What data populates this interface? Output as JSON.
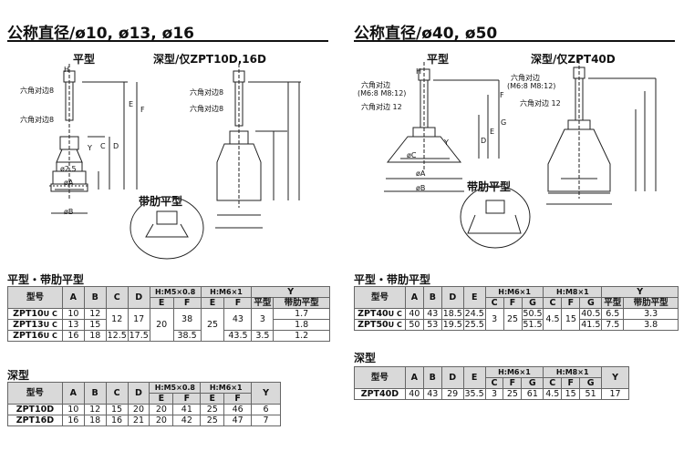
{
  "left": {
    "heading": "公称直径/ø10, ø13, ø16",
    "flat_title": "平型",
    "deep_title": "深型/仅ZPT10D,16D",
    "ribbed_title": "带肋平型",
    "draw_labels": {
      "H": "H",
      "hex1": "六角对边8",
      "hex2": "六角对边8",
      "hex3": "六角对边8",
      "hex4": "六角对边8",
      "E": "E",
      "F": "F",
      "D": "D",
      "C": "C",
      "Y": "Y",
      "d25": "ø2.5",
      "dA": "øA",
      "dB": "øB"
    },
    "table1": {
      "title": "平型・带肋平型",
      "h_model": "型号",
      "h_A": "A",
      "h_B": "B",
      "h_C": "C",
      "h_D": "D",
      "h_m1": "H:M5×0.8",
      "h_m2": "H:M6×1",
      "h_E1": "E",
      "h_F1": "F",
      "h_E2": "E",
      "h_F2": "F",
      "h_Y": "Y",
      "h_Yf": "平型",
      "h_Yr": "带肋平型",
      "rows": [
        {
          "model": "ZPT10",
          "suffix": "U C",
          "A": "10",
          "B": "12",
          "Yr": "1.7"
        },
        {
          "model": "ZPT13",
          "suffix": "U C",
          "A": "13",
          "B": "15",
          "Yr": "1.8"
        },
        {
          "model": "ZPT16",
          "suffix": "U C",
          "A": "16",
          "B": "18",
          "C": "12.5",
          "D": "17.5",
          "F1": "38.5",
          "F2": "43.5",
          "Yf": "3.5",
          "Yr": "1.2"
        }
      ],
      "C_12": "12",
      "D_12": "17",
      "E1_all": "20",
      "F1_12": "38",
      "E2_all": "25",
      "F2_12": "43",
      "Yf_12": "3"
    },
    "table2": {
      "title": "深型",
      "h_model": "型号",
      "h_A": "A",
      "h_B": "B",
      "h_C": "C",
      "h_D": "D",
      "h_m1": "H:M5×0.8",
      "h_m2": "H:M6×1",
      "h_E1": "E",
      "h_F1": "F",
      "h_E2": "E",
      "h_F2": "F",
      "h_Y": "Y",
      "rows": [
        {
          "model": "ZPT10D",
          "A": "10",
          "B": "12",
          "C": "15",
          "D": "20",
          "E1": "20",
          "F1": "41",
          "E2": "25",
          "F2": "46",
          "Y": "6"
        },
        {
          "model": "ZPT16D",
          "A": "16",
          "B": "18",
          "C": "16",
          "D": "21",
          "E1": "20",
          "F1": "42",
          "E2": "25",
          "F2": "47",
          "Y": "7"
        }
      ]
    }
  },
  "right": {
    "heading": "公称直径/ø40, ø50",
    "flat_title": "平型",
    "deep_title": "深型/仅ZPT40D",
    "ribbed_title": "带肋平型",
    "draw_labels": {
      "H": "H",
      "hex1": "六角对边",
      "hex1b": "(M6:8 M8:12)",
      "hex2": "六角对边 12",
      "hex3": "六角对边",
      "hex3b": "(M6:8 M8:12)",
      "hex4": "六角对边 12",
      "F": "F",
      "G": "G",
      "E": "E",
      "D": "D",
      "Y": "Y",
      "dC": "øC",
      "dA": "øA",
      "dB": "øB"
    },
    "table1": {
      "title": "平型・带肋平型",
      "h_model": "型号",
      "h_A": "A",
      "h_B": "B",
      "h_D": "D",
      "h_E": "E",
      "h_m1": "H:M6×1",
      "h_m2": "H:M8×1",
      "h_C1": "C",
      "h_F1": "F",
      "h_G1": "G",
      "h_C2": "C",
      "h_F2": "F",
      "h_G2": "G",
      "h_Y": "Y",
      "h_Yf": "平型",
      "h_Yr": "带肋平型",
      "rows": [
        {
          "model": "ZPT40",
          "suffix": "U C",
          "A": "40",
          "B": "43",
          "D": "18.5",
          "E": "24.5",
          "G1": "50.5",
          "G2": "40.5",
          "Yf": "6.5",
          "Yr": "3.3"
        },
        {
          "model": "ZPT50",
          "suffix": "U C",
          "A": "50",
          "B": "53",
          "D": "19.5",
          "E": "25.5",
          "G1": "51.5",
          "G2": "41.5",
          "Yf": "7.5",
          "Yr": "3.8"
        }
      ],
      "C1_all": "3",
      "F1_all": "25",
      "C2_all": "4.5",
      "F2_all": "15"
    },
    "table2": {
      "title": "深型",
      "h_model": "型号",
      "h_A": "A",
      "h_B": "B",
      "h_D": "D",
      "h_E": "E",
      "h_m1": "H:M6×1",
      "h_m2": "H:M8×1",
      "h_C1": "C",
      "h_F1": "F",
      "h_G1": "G",
      "h_C2": "C",
      "h_F2": "F",
      "h_G2": "G",
      "h_Y": "Y",
      "rows": [
        {
          "model": "ZPT40D",
          "A": "40",
          "B": "43",
          "D": "29",
          "E": "35.5",
          "C1": "3",
          "F1": "25",
          "G1": "61",
          "C2": "4.5",
          "F2": "15",
          "G2": "51",
          "Y": "17"
        }
      ]
    }
  }
}
